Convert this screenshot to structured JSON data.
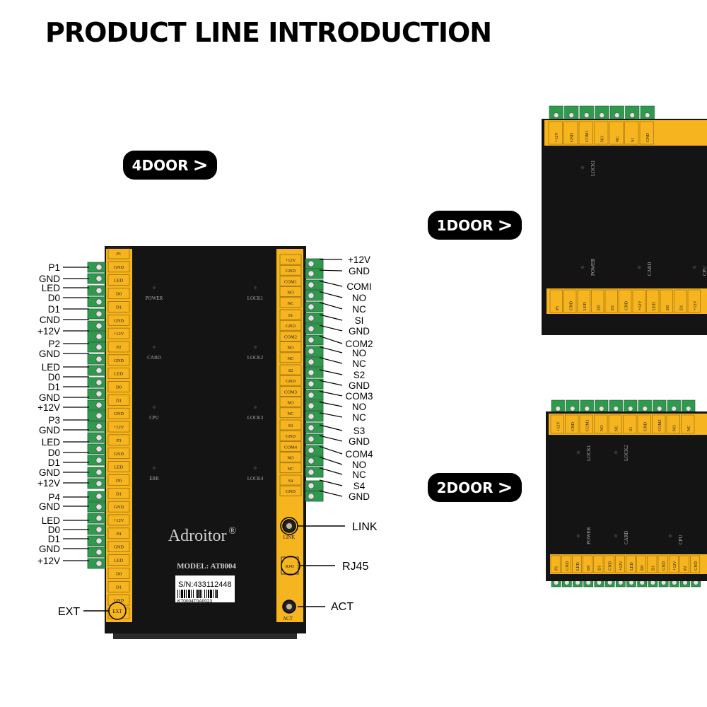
{
  "page": {
    "title": "PRODUCT LINE INTRODUCTION"
  },
  "badges": {
    "four_door": "4DOOR",
    "one_door": "1DOOR",
    "two_door": "2DOOR",
    "chevron": ">"
  },
  "board4": {
    "brand": "Adroitor",
    "brand_mark": "®",
    "model": "MODEL: AT8004",
    "serial": "S/N:433112448",
    "barcode_text": "KT0004T0A0023",
    "leds_left": [
      "POWER",
      "CARD",
      "CPU",
      "ERR"
    ],
    "leds_right": [
      "LOCK1",
      "LOCK2",
      "LOCK3",
      "LOCK4"
    ],
    "left_terminals": [
      "P1",
      "GND",
      "LED",
      "D0",
      "D1",
      "GND",
      "+12V",
      "P2",
      "GND",
      "LED",
      "D0",
      "D1",
      "GND",
      "+12V",
      "P3",
      "GND",
      "LED",
      "D0",
      "D1",
      "GND",
      "+12V",
      "P4",
      "GND",
      "LED",
      "D0",
      "D1",
      "GND",
      "+12V"
    ],
    "right_terminals": [
      "+12V",
      "GND",
      "COM1",
      "NO",
      "NC",
      "S1",
      "GND",
      "COM2",
      "NO",
      "NC",
      "S2",
      "GND",
      "COM3",
      "NO",
      "NC",
      "S3",
      "GND",
      "COM4",
      "NO",
      "NC",
      "S4",
      "GND"
    ],
    "left_callouts": [
      "P1",
      "GND",
      "LED",
      "D0",
      "D1",
      "CND",
      "+12V",
      "P2",
      "GND",
      "LED",
      "D0",
      "D1",
      "GND",
      "+12V",
      "P3",
      "GND",
      "LED",
      "D0",
      "D1",
      "GND",
      "+12V",
      "P4",
      "GND",
      "LED",
      "D0",
      "D1",
      "GND",
      "+12V"
    ],
    "right_callouts": [
      "+12V",
      "GND",
      "COMI",
      "NO",
      "NC",
      "SI",
      "GND",
      "COM2",
      "NO",
      "NC",
      "S2",
      "GND",
      "COM3",
      "NO",
      "NC",
      "S3",
      "GND",
      "COM4",
      "NO",
      "NC",
      "S4",
      "GND"
    ],
    "ports": {
      "link": "LINK",
      "rj45": "RJ45",
      "act": "ACT",
      "ext": "EXT"
    }
  },
  "board1": {
    "top_terminals": [
      "+12V",
      "GND",
      "COM1",
      "NO",
      "NC",
      "S1",
      "GND"
    ],
    "bottom_terminals": [
      "P1",
      "GND",
      "LED",
      "D0",
      "D1",
      "GND",
      "+12V",
      "LED",
      "D0",
      "D1",
      "+12V"
    ],
    "leds": [
      "LOCK1",
      "POWER",
      "CARD",
      "CPU"
    ]
  },
  "board2": {
    "top_terminals": [
      "+12V",
      "GND",
      "COM1",
      "NO",
      "NC",
      "S1",
      "GND",
      "COM2",
      "NO",
      "NC"
    ],
    "bottom_terminals": [
      "P1",
      "GND",
      "LED",
      "D0",
      "D1",
      "GND",
      "+12V",
      "LED",
      "D0",
      "D1",
      "GND",
      "+12V",
      "P2",
      "GND"
    ],
    "leds": [
      "LOCK1",
      "LOCK2",
      "POWER",
      "CARD",
      "CPU"
    ]
  },
  "colors": {
    "strip": "#f6b41e",
    "board": "#141414",
    "terminal": "#2f9a4e",
    "text": "#000000"
  }
}
